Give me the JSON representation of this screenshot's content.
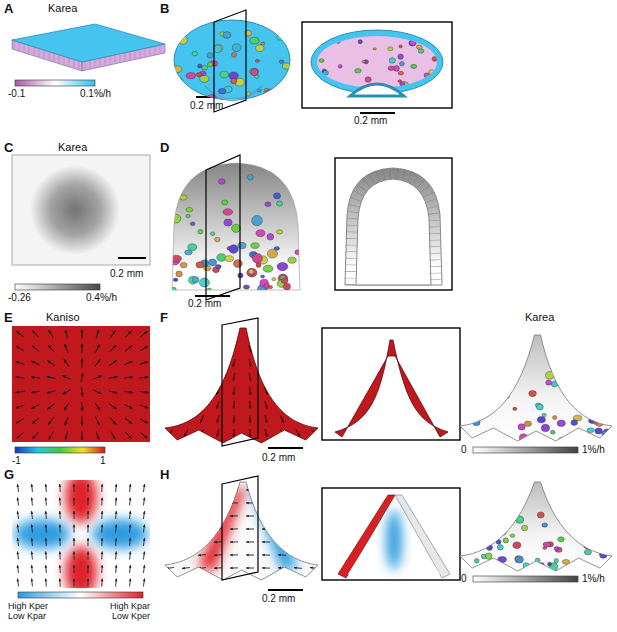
{
  "diagram": {
    "labels": [
      "A",
      "Karea",
      "-0.1",
      "0.1%/h",
      "B",
      "0.2 mm",
      "0.2 mm",
      "C",
      "Karea",
      "0.2 mm",
      "-0.26",
      "0.4%/h",
      "D",
      "0.2 mm",
      "E",
      "Kaniso",
      "-1",
      "1",
      "F",
      "Karea",
      "0.2 mm",
      "0",
      "1%/h",
      "G",
      "High Kper",
      "Low Kpar",
      "High Kpar",
      "Low Kper",
      "H",
      "0.2 mm",
      "0",
      "1%/h"
    ]
  }
}
